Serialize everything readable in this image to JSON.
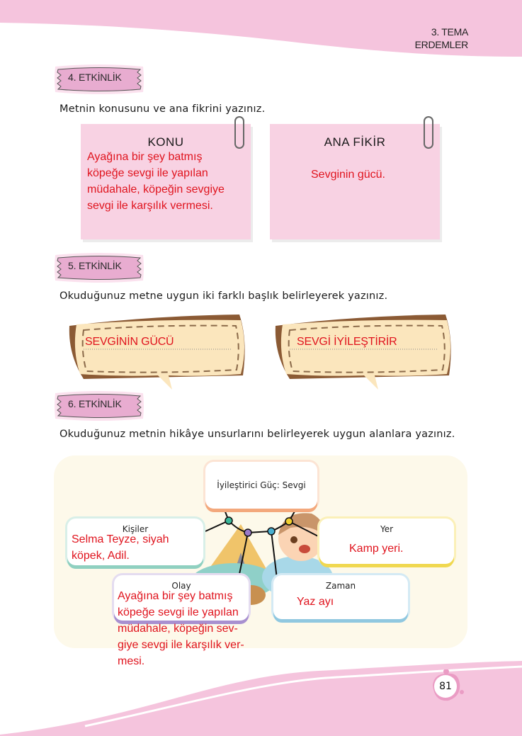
{
  "header": {
    "theme_number": "3. TEMA",
    "theme_name": "ERDEMLER"
  },
  "activity4": {
    "badge": "4. ETKİNLİK",
    "instruction": "Metnin konusunu ve ana fikrini yazınız.",
    "topic": {
      "title": "KONU",
      "answer_lines": [
        "Ayağına bir şey batmış",
        "köpeğe sevgi ile yapılan",
        "müdahale, köpeğin sevgiye",
        "sevgi ile karşılık vermesi."
      ]
    },
    "main_idea": {
      "title": "ANA FİKİR",
      "answer": "Sevginin gücü."
    }
  },
  "activity5": {
    "badge": "5. ETKİNLİK",
    "instruction": "Okuduğunuz metne uygun iki farklı başlık belirleyerek yazınız.",
    "titles": [
      "SEVGİNİN GÜCÜ",
      "SEVGİ İYİLEŞTİRİR"
    ]
  },
  "activity6": {
    "badge": "6. ETKİNLİK",
    "instruction": "Okuduğunuz metnin hikâye unsurlarını belirleyerek uygun alanlara yazınız.",
    "center": "İyileştirici Güç: Sevgi",
    "characters": {
      "label": "Kişiler",
      "answer_lines": [
        "Selma Teyze, siyah",
        "köpek, Adil."
      ]
    },
    "place": {
      "label": "Yer",
      "answer": "Kamp yeri."
    },
    "event": {
      "label": "Olay",
      "answer_lines": [
        "Ayağına bir şey batmış",
        "köpeğe sevgi ile yapılan",
        "müdahale, köpeğin sev-",
        "giye sevgi ile karşılık ver-",
        "mesi."
      ]
    },
    "time": {
      "label": "Zaman",
      "answer": "Yaz ayı"
    }
  },
  "footer": {
    "page_number": "81"
  },
  "colors": {
    "pink_band": "#f5c4dd",
    "badge_pink": "#e8acd0",
    "note_pink": "#f8d2e3",
    "answer_red": "#e0141e",
    "bubble_cream": "#fbe6bd",
    "bubble_brown": "#8b5a34",
    "map_bg": "#fdf9ea"
  }
}
